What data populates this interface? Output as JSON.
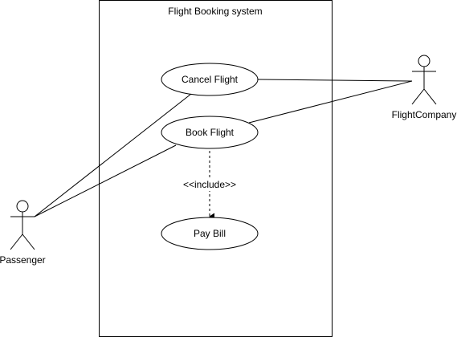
{
  "diagram": {
    "type": "uml-use-case",
    "system": {
      "title": "Flight Booking system"
    },
    "actors": [
      {
        "id": "passenger",
        "label": "Passenger"
      },
      {
        "id": "flight-company",
        "label": "FlightCompany"
      }
    ],
    "use_cases": [
      {
        "id": "cancel-flight",
        "label": "Cancel Flight"
      },
      {
        "id": "book-flight",
        "label": "Book Flight"
      },
      {
        "id": "pay-bill",
        "label": "Pay Bill"
      }
    ],
    "relationships": [
      {
        "from": "passenger",
        "to": "cancel-flight",
        "kind": "association"
      },
      {
        "from": "passenger",
        "to": "book-flight",
        "kind": "association"
      },
      {
        "from": "flight-company",
        "to": "cancel-flight",
        "kind": "association"
      },
      {
        "from": "flight-company",
        "to": "book-flight",
        "kind": "association"
      },
      {
        "from": "book-flight",
        "to": "pay-bill",
        "kind": "include",
        "label": "<<include>>"
      }
    ]
  }
}
